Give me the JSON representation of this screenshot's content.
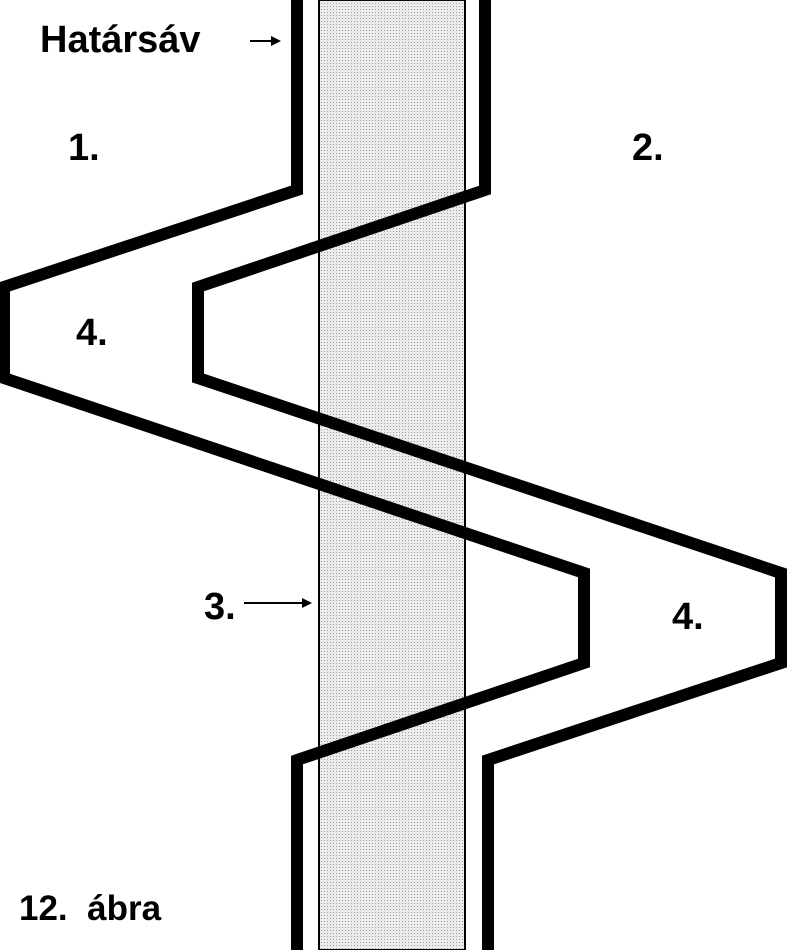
{
  "diagram": {
    "labels": {
      "boundary_strip": "Határsáv",
      "region_1": "1.",
      "region_2": "2.",
      "region_3": "3.",
      "region_4_left": "4.",
      "region_4_right": "4.",
      "figure_caption": "12.  ábra"
    },
    "colors": {
      "background": "#ffffff",
      "boundary_line": "#000000",
      "strip_fill": "#e6e6e6",
      "strip_border": "#000000"
    }
  }
}
